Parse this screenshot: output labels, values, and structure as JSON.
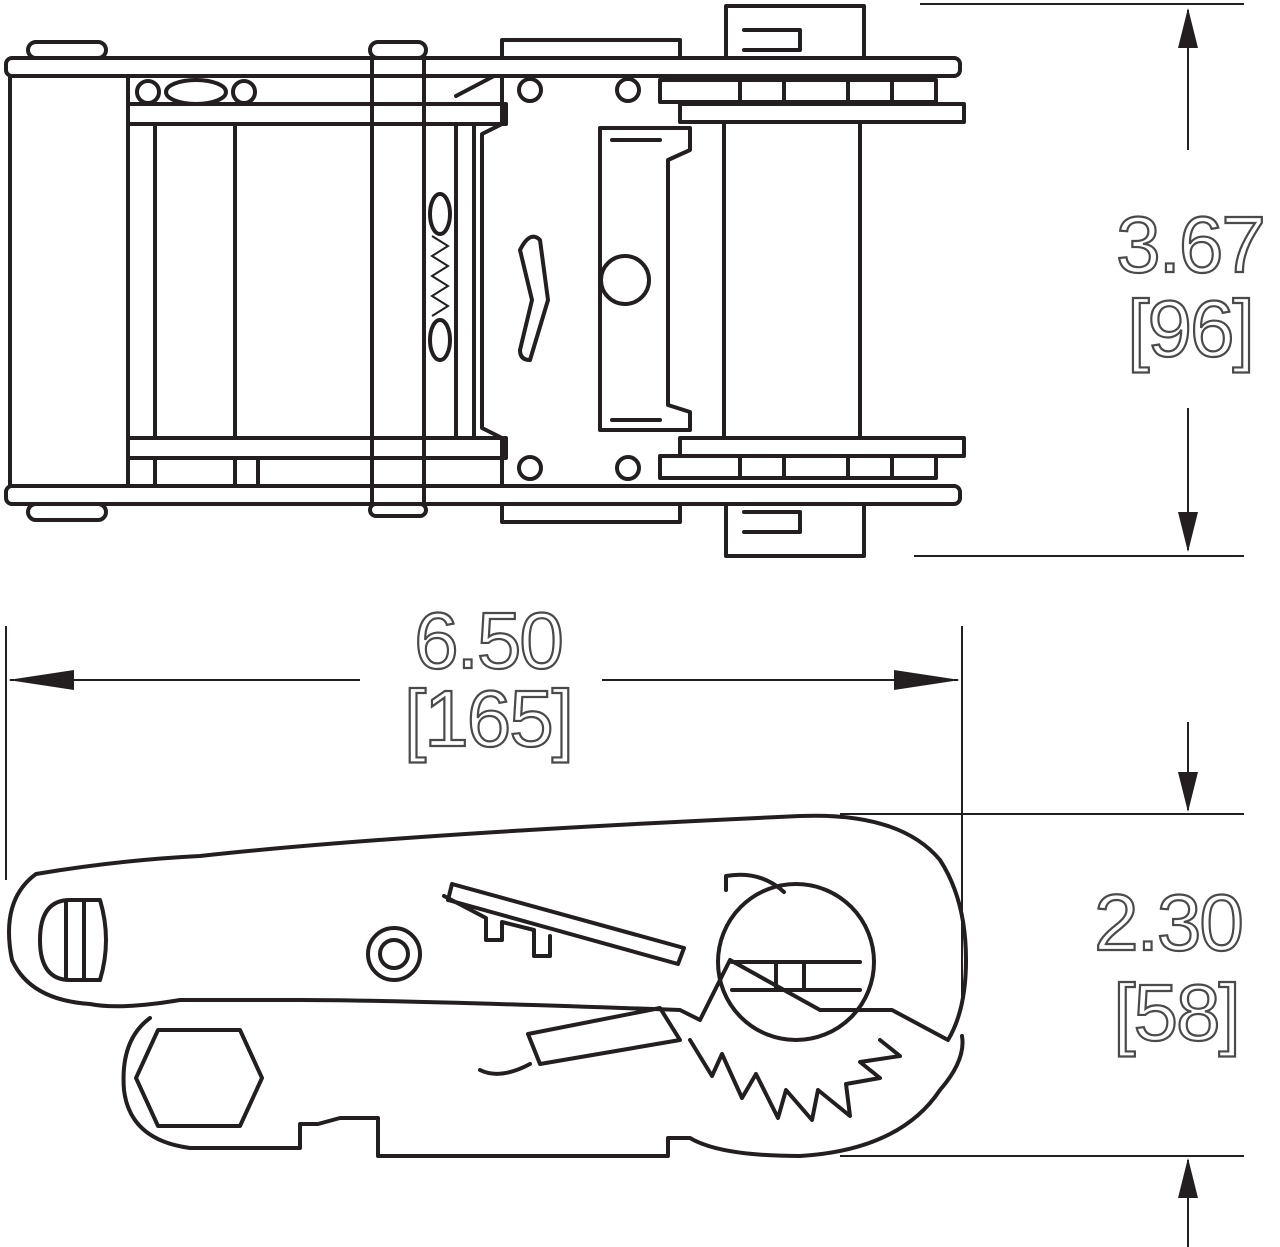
{
  "diagram": {
    "line_color": "#231f20",
    "dimensions": {
      "width": {
        "value": "3.67",
        "metric": "[96]"
      },
      "length": {
        "value": "6.50",
        "metric": "[165]"
      },
      "height": {
        "value": "2.30",
        "metric": "[58]"
      }
    }
  }
}
